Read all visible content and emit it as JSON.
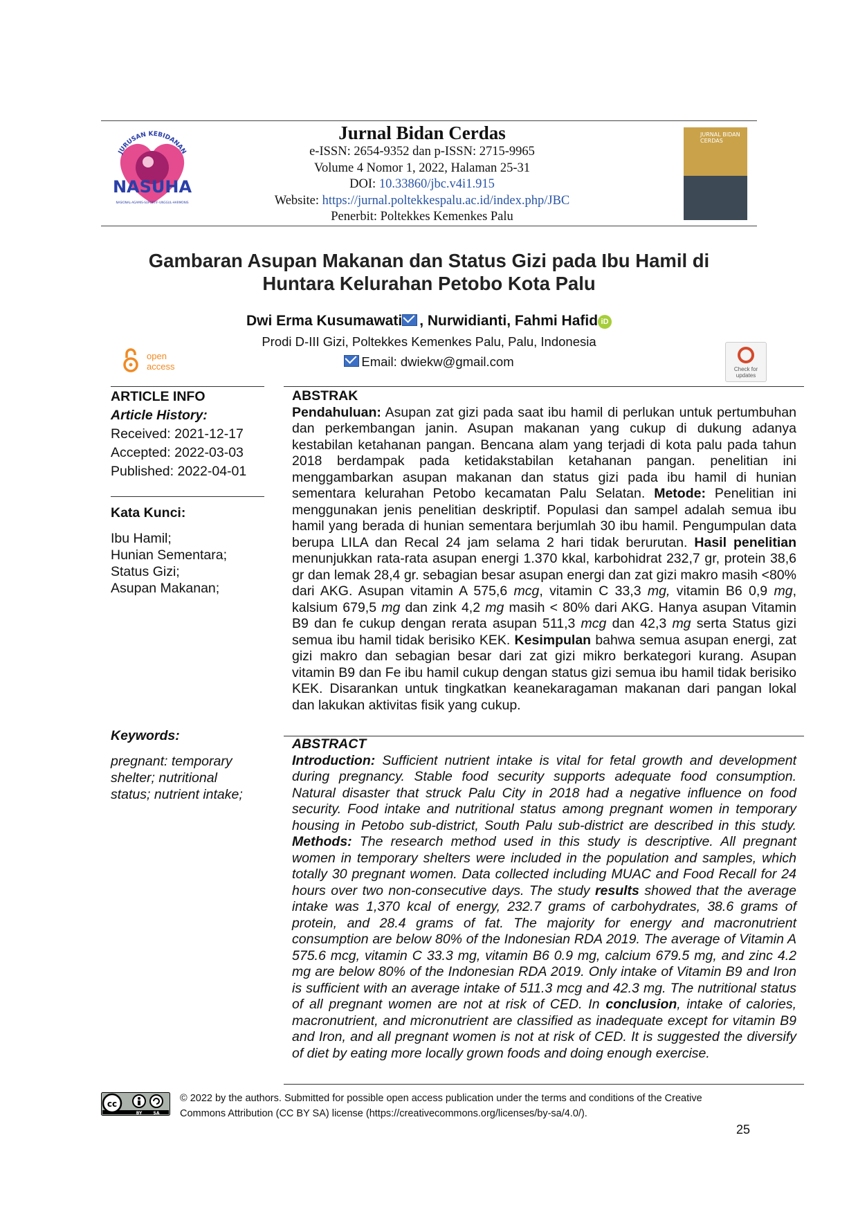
{
  "header": {
    "journal_title": "Jurnal Bidan Cerdas",
    "issn": "e-ISSN: 2654-9352 dan p-ISSN: 2715-9965",
    "volume": "Volume 4 Nomor 1, 2022, Halaman 25-31",
    "doi_label": "DOI: ",
    "doi": "10.33860/jbc.v4i1.915",
    "website_label": "Website: ",
    "website": "https://jurnal.poltekkespalu.ac.id/index.php/JBC",
    "publisher": "Penerbit: Poltekkes Kemenkes Palu",
    "left_logo": {
      "top_text": "JURUSAN KEBIDANAN",
      "name": "NASUHA",
      "bottom_text": "NASIONAL-AGAMIS-SUPORTIF-UNGGUL-HARMONIS"
    },
    "cover_text": "JURNAL BIDAN CERDAS"
  },
  "article": {
    "title_line1": "Gambaran Asupan Makanan dan Status Gizi pada Ibu Hamil di",
    "title_line2": "Huntara Kelurahan Petobo Kota Palu",
    "author1": "Dwi Erma Kusumawati",
    "authors_rest": ", Nurwidianti, Fahmi Hafid",
    "affiliation": "Prodi D-III Gizi, Poltekkes Kemenkes Palu, Palu, Indonesia",
    "email": "Email: dwiekw@gmail.com",
    "open_access": [
      "open",
      "access"
    ],
    "check_updates": "Check for updates"
  },
  "info": {
    "heading": "ARTICLE INFO",
    "history_label": "Article History:",
    "received": "Received: 2021-12-17",
    "accepted": "Accepted: 2022-03-03",
    "published": "Published: 2022-04-01",
    "kata_kunci_label": "Kata Kunci:",
    "kata_kunci": [
      "Ibu Hamil;",
      "Hunian Sementara;",
      "Status Gizi;",
      "Asupan Makanan;"
    ],
    "keywords_label": "Keywords:",
    "keywords": [
      "pregnant: temporary",
      "shelter; nutritional",
      "status; nutrient intake;"
    ]
  },
  "abstrak": {
    "heading": "ABSTRAK",
    "intro_label": "Pendahuluan:",
    "intro": " Asupan zat gizi pada saat ibu hamil di perlukan untuk pertumbuhan dan perkembangan janin. Asupan makanan yang cukup di dukung adanya kestabilan ketahanan pangan. Bencana alam yang terjadi di kota palu pada tahun 2018 berdampak pada ketidakstabilan ketahanan pangan. penelitian ini menggambarkan asupan makanan dan status gizi pada ibu hamil di hunian sementara kelurahan Petobo kecamatan Palu Selatan. ",
    "metode_label": "Metode:",
    "metode": " Penelitian ini menggunakan jenis penelitian deskriptif. Populasi dan sampel adalah semua ibu hamil yang berada di hunian sementara berjumlah 30 ibu hamil. Pengumpulan data berupa LILA dan Recal 24 jam selama 2 hari tidak berurutan. ",
    "hasil_label": "Hasil penelitian",
    "hasil_a": " menunjukkan rata-rata asupan energi 1.370 kkal, karbohidrat 232,7 gr, protein 38,6 gr dan lemak 28,4 gr. sebagian besar asupan energi dan zat gizi makro masih <80% dari AKG. Asupan vitamin A 575,6 ",
    "mcg1": "mcg",
    "hasil_b": ", vitamin C 33,3 ",
    "mg1": "mg,",
    "hasil_c": " vitamin B6 0,9 ",
    "mg2": "mg",
    "hasil_d": ", kalsium 679,5 ",
    "mg3": "mg",
    "hasil_e": " dan zink 4,2 ",
    "mg4": "mg",
    "hasil_f": "  masih < 80% dari AKG. Hanya asupan Vitamin B9 dan fe cukup dengan rerata asupan 511,3 ",
    "mcg2": "mcg",
    "hasil_g": " dan 42,3 ",
    "mg5": "mg",
    "hasil_h": " serta Status gizi semua ibu hamil tidak berisiko KEK. ",
    "kesimpulan_label": "Kesimpulan",
    "kesimpulan": " bahwa semua asupan energi, zat gizi makro dan sebagian besar dari zat gizi mikro berkategori kurang. Asupan vitamin B9 dan Fe ibu hamil cukup dengan status gizi semua ibu hamil tidak berisiko KEK. Disarankan  untuk tingkatkan keanekaragaman makanan dari pangan lokal dan lakukan aktivitas fisik yang cukup."
  },
  "abstract": {
    "heading": "ABSTRACT",
    "intro_label": "Introduction:",
    "intro": " Sufficient nutrient intake is vital for fetal growth and development during pregnancy. Stable food security supports adequate food consumption. Natural disaster that struck Palu City in 2018 had a negative influence on food security. Food intake and nutritional status among pregnant women in temporary housing in Petobo sub-district, South Palu sub-district are described in this study. ",
    "methods_label": "Methods:",
    "methods": " The research method used in this study is descriptive. All pregnant women in temporary shelters were included in the population and samples, which totally 30 pregnant women. Data collected including MUAC and Food Recall for 24 hours over two non-consecutive days. The study ",
    "results_label": "results",
    "results": " showed that the average intake was 1,370 kcal of energy, 232.7 grams of carbohydrates, 38.6 grams of protein, and 28.4 grams of fat. The majority for energy and macronutrient consumption are below 80% of the Indonesian RDA 2019. The average of Vitamin A 575.6 mcg, vitamin C 33.3 mg, vitamin B6 0.9 mg, calcium 679.5 mg, and zinc 4.2 mg are below 80% of the Indonesian RDA 2019. Only intake of Vitamin B9 and Iron is sufficient with an average intake of 511.3 mcg and 42.3 mg. The nutritional status of all pregnant women are not at risk of CED. In ",
    "conclusion_label": "conclusion",
    "conclusion": ", intake of calories, macronutrient, and micronutrient are classified as inadequate except for vitamin B9 and Iron, and all pregnant women is not at risk of CED. It is suggested the diversify of diet by eating more locally grown foods and doing enough exercise."
  },
  "footer": {
    "license_line1": "© 2022 by the authors. Submitted for possible open access publication under the terms and conditions of the Creative",
    "license_line2": "Commons Attribution (CC BY SA) license (https://creativecommons.org/licenses/by-sa/4.0/).",
    "cc_badge": [
      "BY",
      "SA"
    ],
    "page_number": "25"
  }
}
